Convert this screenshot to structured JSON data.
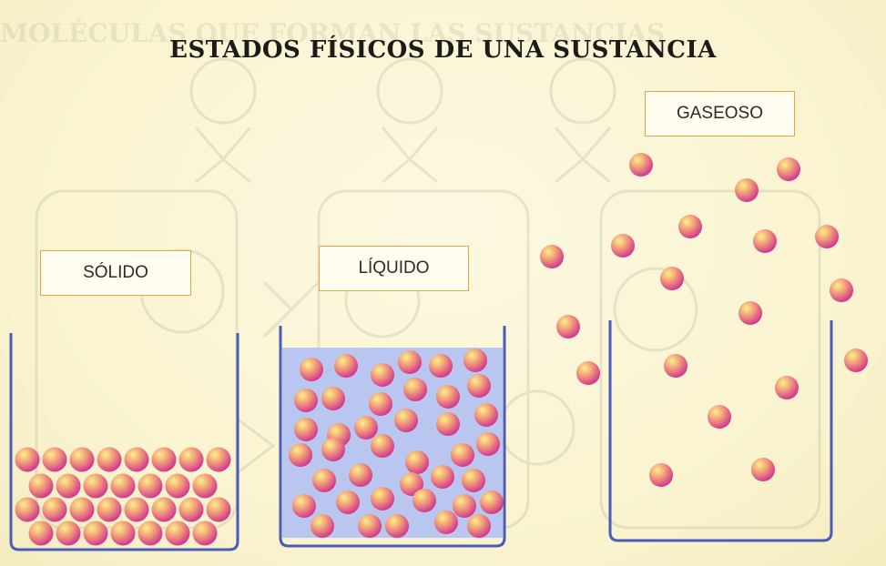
{
  "title": "ESTADOS FÍSICOS DE UNA SUSTANCIA",
  "background_text": "MOLÉCULAS QUE FORMAN LAS SUSTANCIAS",
  "states": [
    {
      "name": "SÓLIDO"
    },
    {
      "name": "LÍQUIDO"
    },
    {
      "name": "GASEOSO"
    }
  ],
  "colors": {
    "background": "#fbf6d6",
    "container": "#4a5cb8",
    "liquid": "#b8c6f0",
    "particle_inner": "#f6e36a",
    "particle_outer": "#d8408f",
    "label_border": "#eaa43a"
  }
}
